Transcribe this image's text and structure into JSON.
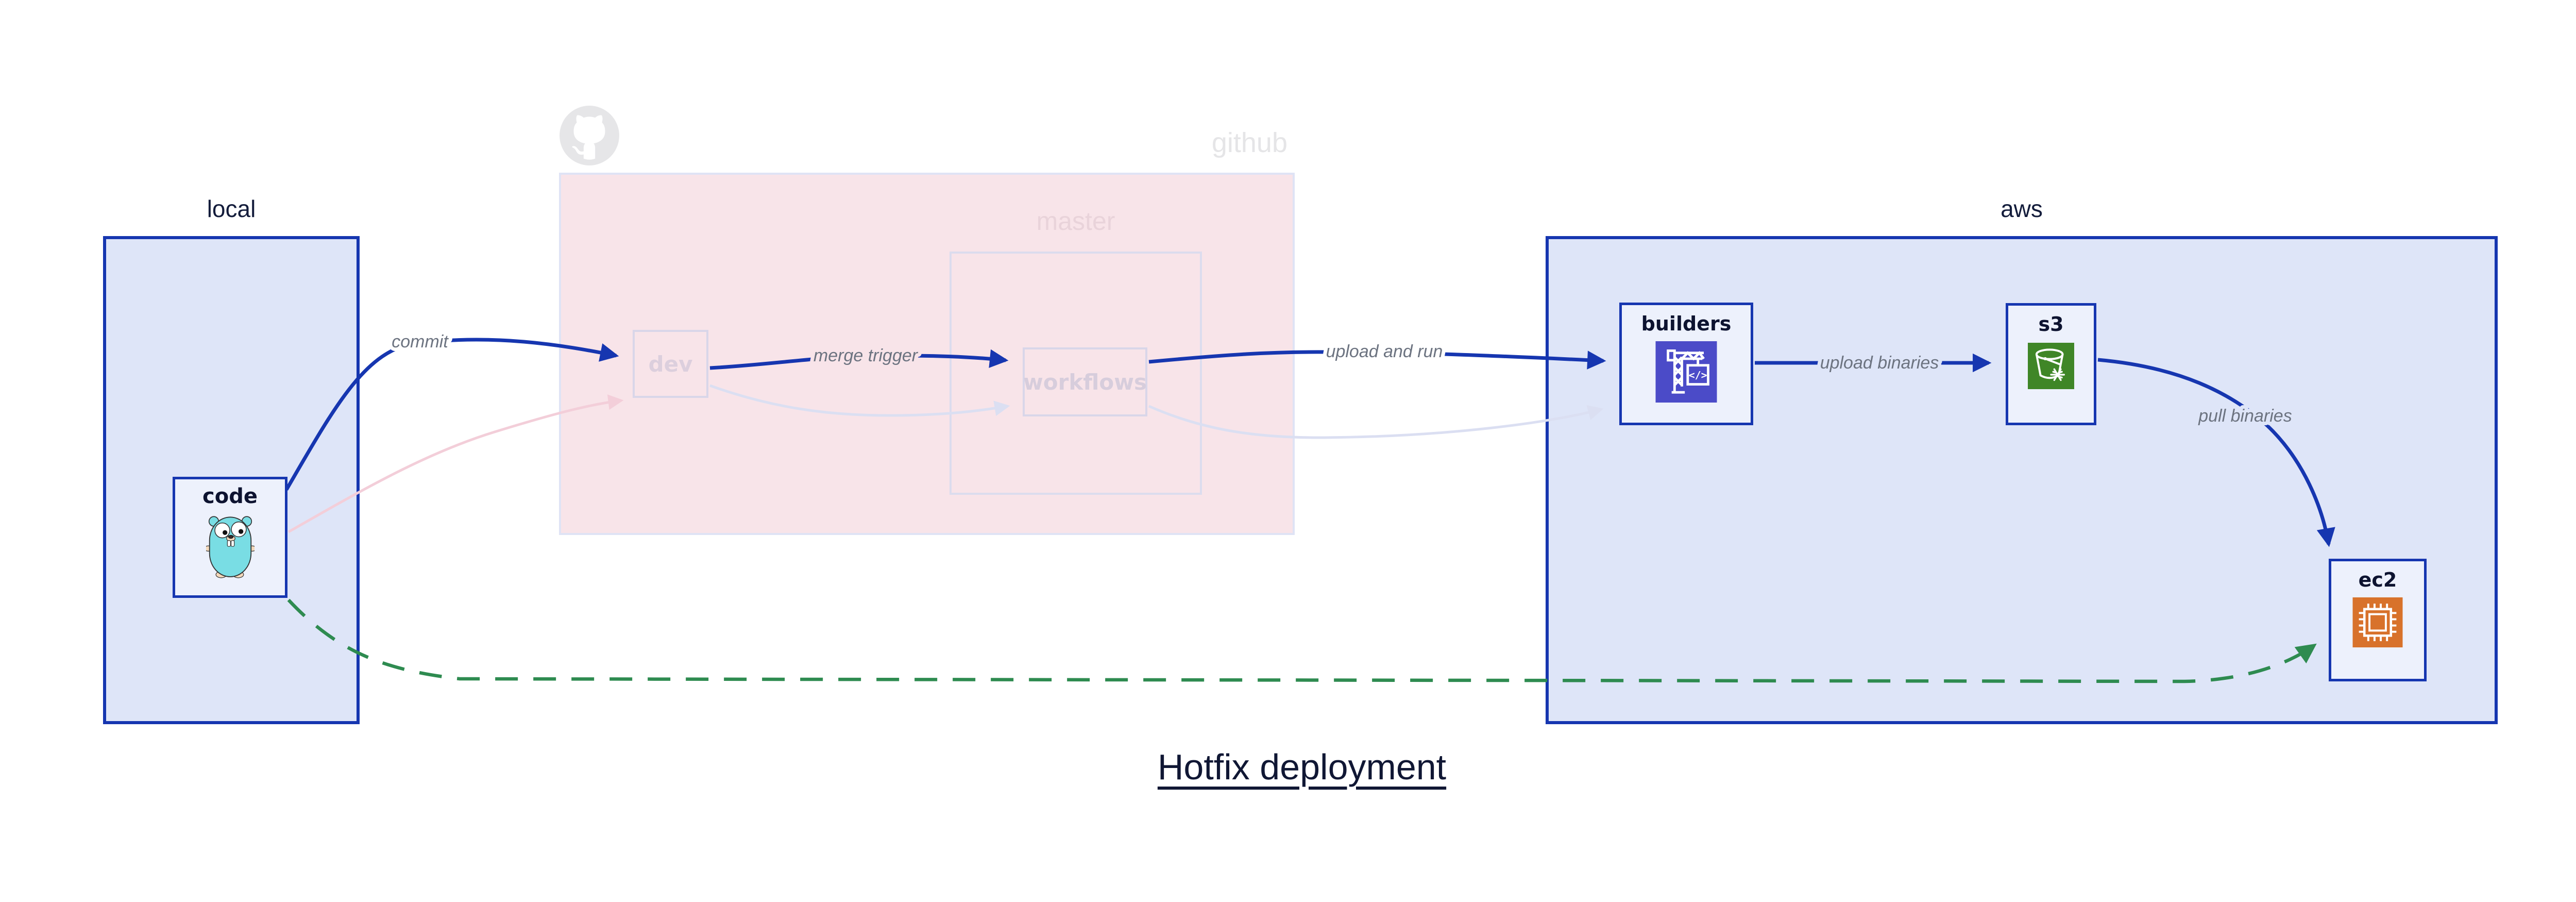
{
  "diagram_title": "Hotfix deployment",
  "containers": {
    "local": {
      "label": "local"
    },
    "github": {
      "label": "github",
      "master": {
        "label": "master"
      }
    },
    "aws": {
      "label": "aws"
    }
  },
  "nodes": {
    "code": {
      "label": "code",
      "icon": "go-gopher-icon"
    },
    "dev": {
      "label": "dev"
    },
    "workflows": {
      "label": "workflows"
    },
    "builders": {
      "label": "builders",
      "icon": "aws-codebuild-crane-icon"
    },
    "s3": {
      "label": "s3",
      "icon": "aws-s3-bucket-snowflake-icon"
    },
    "ec2": {
      "label": "ec2",
      "icon": "aws-ec2-chip-icon"
    }
  },
  "edges": [
    {
      "label": "commit",
      "from": "code",
      "to": "dev",
      "style": "active-blue"
    },
    {
      "label": "merge trigger",
      "from": "dev",
      "to": "workflows",
      "style": "active-blue"
    },
    {
      "label": "upload and run",
      "from": "workflows",
      "to": "builders",
      "style": "active-blue"
    },
    {
      "label": "upload binaries",
      "from": "builders",
      "to": "s3",
      "style": "active-blue"
    },
    {
      "label": "pull binaries",
      "from": "s3",
      "to": "ec2",
      "style": "active-blue"
    },
    {
      "label": "",
      "from": "code",
      "to": "dev",
      "style": "faded-pink"
    },
    {
      "label": "",
      "from": "dev",
      "to": "workflows",
      "style": "faded-lavender"
    },
    {
      "label": "",
      "from": "workflows",
      "to": "builders",
      "style": "faded-lavender"
    },
    {
      "label": "",
      "from": "code",
      "to": "ec2",
      "style": "hotfix-green-dashed"
    }
  ],
  "colors": {
    "active_edge_blue": "#1636b0",
    "container_fill_blue": "#dee5f8",
    "node_fill": "#edf1fc",
    "github_fill_pink": "#f8e4e9",
    "faded_pink_edge": "#f3ced9",
    "faded_lavender_edge": "#dbdff2",
    "hotfix_green": "#2e8b50",
    "edge_label_gray": "#6c7380",
    "title_navy": "#101734",
    "codebuild_indigo": "#4b4bc8",
    "s3_green": "#3f8627",
    "ec2_orange": "#d8722b",
    "gopher_teal": "#79dde4"
  }
}
